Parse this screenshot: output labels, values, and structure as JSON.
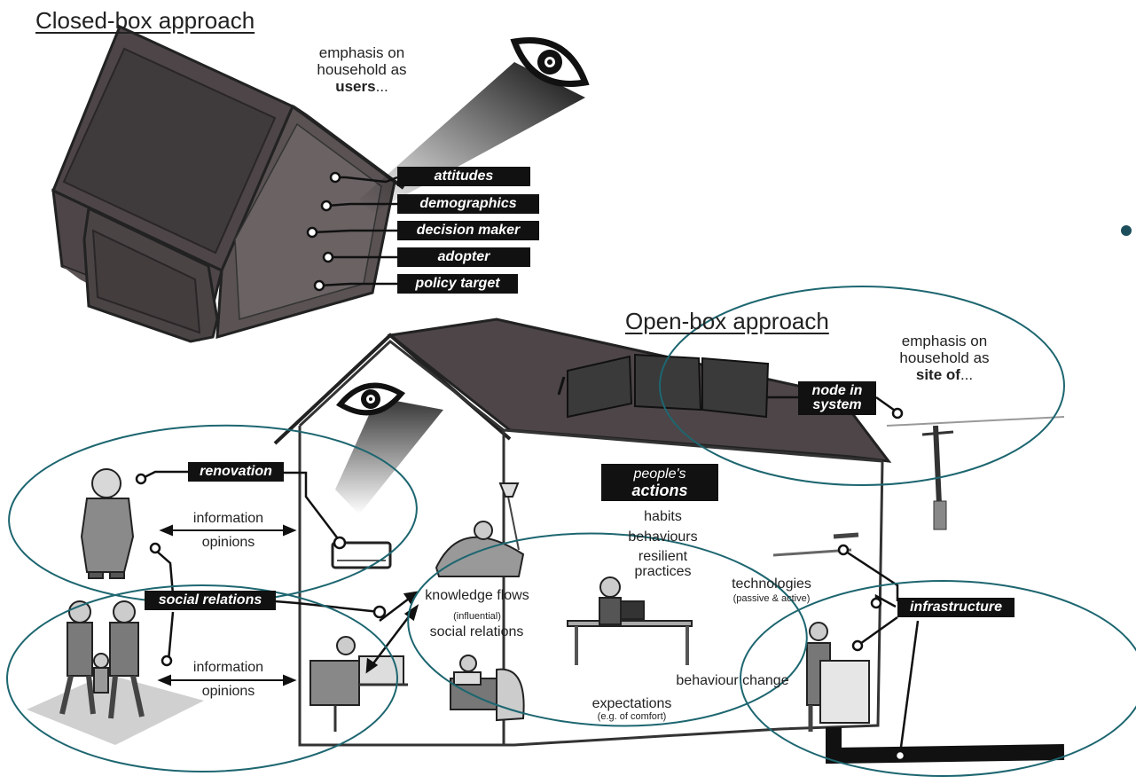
{
  "closed": {
    "title": "Closed-box approach",
    "emphasis_line1": "emphasis on",
    "emphasis_line2": "household as",
    "emphasis_bold": "users",
    "emphasis_suffix": "...",
    "tags": [
      "attitudes",
      "demographics",
      "decision maker",
      "adopter",
      "policy target"
    ]
  },
  "open": {
    "title": "Open-box approach",
    "emphasis_line1": "emphasis on",
    "emphasis_line2": "household as",
    "emphasis_bold": "site of",
    "emphasis_suffix": "...",
    "node_line1": "node in",
    "node_line2": "system",
    "renovation": "renovation",
    "social_relations": "social relations",
    "infrastructure": "infrastructure",
    "peoples_line1": "people's",
    "peoples_line2": "actions",
    "info_top": "information",
    "opinions_top": "opinions",
    "info_bottom": "information",
    "opinions_bottom": "opinions",
    "habits": "habits",
    "behaviours": "behaviours",
    "resilient": "resilient",
    "practices": "practices",
    "knowledge": "knowledge flows",
    "influential": "(influential)",
    "social2": "social relations",
    "technologies": "technologies",
    "passive": "(passive & active)",
    "behaviour_change": "behaviour change",
    "expectations": "expectations",
    "comfort": "(e.g. of comfort)"
  },
  "colors": {
    "ellipse": "#1d6670",
    "roof": "#4d4547",
    "house_dark": "#3d3738",
    "bullet": "#1d4e5c"
  }
}
